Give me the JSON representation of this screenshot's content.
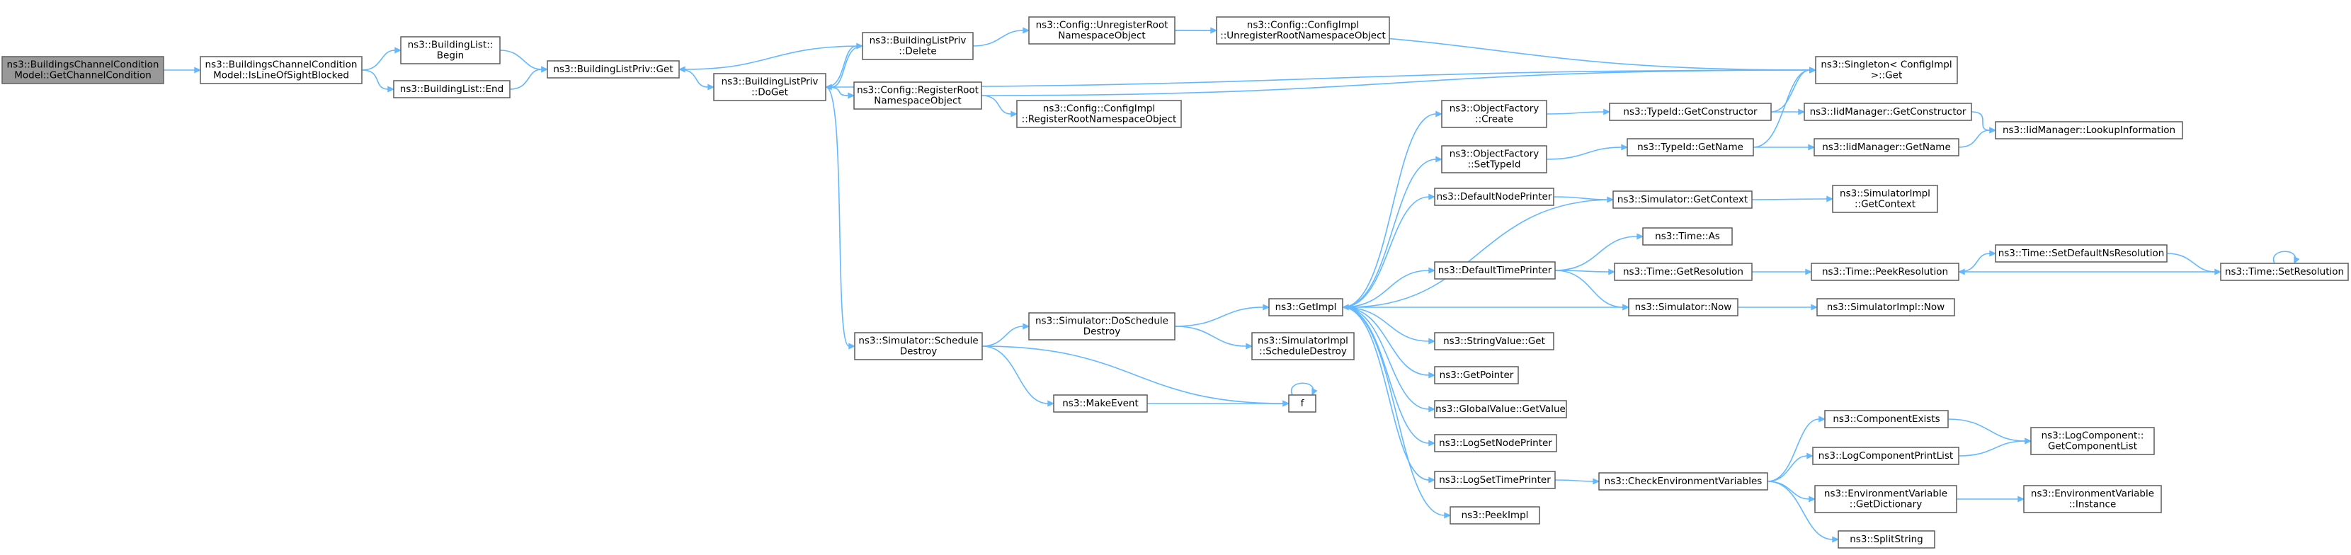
{
  "diagram": {
    "nodes": [
      {
        "id": "root",
        "lines": [
          "ns3::BuildingsChannelCondition",
          "Model::GetChannelCondition"
        ],
        "root": true
      },
      {
        "id": "los",
        "lines": [
          "ns3::BuildingsChannelCondition",
          "Model::IsLineOfSightBlocked"
        ]
      },
      {
        "id": "blbegin",
        "lines": [
          "ns3::BuildingList::",
          "Begin"
        ]
      },
      {
        "id": "blend",
        "lines": [
          "ns3::BuildingList::End"
        ]
      },
      {
        "id": "blpget",
        "lines": [
          "ns3::BuildingListPriv::Get"
        ]
      },
      {
        "id": "blpdoget",
        "lines": [
          "ns3::BuildingListPriv",
          "::DoGet"
        ]
      },
      {
        "id": "blpdelete",
        "lines": [
          "ns3::BuildingListPriv",
          "::Delete"
        ]
      },
      {
        "id": "unregroot",
        "lines": [
          "ns3::Config::UnregisterRoot",
          "NamespaceObject"
        ]
      },
      {
        "id": "implunreg",
        "lines": [
          "ns3::Config::ConfigImpl",
          "::UnregisterRootNamespaceObject"
        ]
      },
      {
        "id": "regroot",
        "lines": [
          "ns3::Config::RegisterRoot",
          "NamespaceObject"
        ]
      },
      {
        "id": "implreg",
        "lines": [
          "ns3::Config::ConfigImpl",
          "::RegisterRootNamespaceObject"
        ]
      },
      {
        "id": "singleton",
        "lines": [
          "ns3::Singleton< ConfigImpl",
          " >::Get"
        ]
      },
      {
        "id": "simsched",
        "lines": [
          "ns3::Simulator::Schedule",
          "Destroy"
        ]
      },
      {
        "id": "simdosched",
        "lines": [
          "ns3::Simulator::DoSchedule",
          "Destroy"
        ]
      },
      {
        "id": "makeevent",
        "lines": [
          "ns3::MakeEvent"
        ]
      },
      {
        "id": "f",
        "lines": [
          "f"
        ]
      },
      {
        "id": "implsched",
        "lines": [
          "ns3::SimulatorImpl",
          "::ScheduleDestroy"
        ]
      },
      {
        "id": "getimpl",
        "lines": [
          "ns3::GetImpl"
        ]
      },
      {
        "id": "ofcreate",
        "lines": [
          "ns3::ObjectFactory",
          "::Create"
        ]
      },
      {
        "id": "ofsettypeid",
        "lines": [
          "ns3::ObjectFactory",
          "::SetTypeId"
        ]
      },
      {
        "id": "defnode",
        "lines": [
          "ns3::DefaultNodePrinter"
        ]
      },
      {
        "id": "deftime",
        "lines": [
          "ns3::DefaultTimePrinter"
        ]
      },
      {
        "id": "stringget",
        "lines": [
          "ns3::StringValue::Get"
        ]
      },
      {
        "id": "getpointer",
        "lines": [
          "ns3::GetPointer"
        ]
      },
      {
        "id": "globalget",
        "lines": [
          "ns3::GlobalValue::GetValue"
        ]
      },
      {
        "id": "logsetnode",
        "lines": [
          "ns3::LogSetNodePrinter"
        ]
      },
      {
        "id": "logsettime",
        "lines": [
          "ns3::LogSetTimePrinter"
        ]
      },
      {
        "id": "peekimpl",
        "lines": [
          "ns3::PeekImpl"
        ]
      },
      {
        "id": "tidgetctor",
        "lines": [
          "ns3::TypeId::GetConstructor"
        ]
      },
      {
        "id": "tidgetname",
        "lines": [
          "ns3::TypeId::GetName"
        ]
      },
      {
        "id": "simgetctx",
        "lines": [
          "ns3::Simulator::GetContext"
        ]
      },
      {
        "id": "timeas",
        "lines": [
          "ns3::Time::As"
        ]
      },
      {
        "id": "timegetres",
        "lines": [
          "ns3::Time::GetResolution"
        ]
      },
      {
        "id": "simnow",
        "lines": [
          "ns3::Simulator::Now"
        ]
      },
      {
        "id": "checkenv",
        "lines": [
          "ns3::CheckEnvironmentVariables"
        ]
      },
      {
        "id": "iidgetctor",
        "lines": [
          "ns3::IidManager::GetConstructor"
        ]
      },
      {
        "id": "iidgetname",
        "lines": [
          "ns3::IidManager::GetName"
        ]
      },
      {
        "id": "iidlookup",
        "lines": [
          "ns3::IidManager::LookupInformation"
        ]
      },
      {
        "id": "implgetctx",
        "lines": [
          "ns3::SimulatorImpl",
          "::GetContext"
        ]
      },
      {
        "id": "timepeek",
        "lines": [
          "ns3::Time::PeekResolution"
        ]
      },
      {
        "id": "implnow",
        "lines": [
          "ns3::SimulatorImpl::Now"
        ]
      },
      {
        "id": "compexists",
        "lines": [
          "ns3::ComponentExists"
        ]
      },
      {
        "id": "logcomplist",
        "lines": [
          "ns3::LogComponentPrintList"
        ]
      },
      {
        "id": "envgetdict",
        "lines": [
          "ns3::EnvironmentVariable",
          "::GetDictionary"
        ]
      },
      {
        "id": "splitstring",
        "lines": [
          "ns3::SplitString"
        ]
      },
      {
        "id": "setdefres",
        "lines": [
          "ns3::Time::SetDefaultNsResolution"
        ]
      },
      {
        "id": "setres",
        "lines": [
          "ns3::Time::SetResolution"
        ]
      },
      {
        "id": "getcomplist",
        "lines": [
          "ns3::LogComponent::",
          "GetComponentList"
        ]
      },
      {
        "id": "envinstance",
        "lines": [
          "ns3::EnvironmentVariable",
          "::Instance"
        ]
      }
    ],
    "edges": [
      [
        "root",
        "los"
      ],
      [
        "los",
        "blbegin"
      ],
      [
        "los",
        "blend"
      ],
      [
        "blbegin",
        "blpget"
      ],
      [
        "blend",
        "blpget"
      ],
      [
        "blpget",
        "blpdoget"
      ],
      [
        "blpdelete",
        "blpget"
      ],
      [
        "blpdoget",
        "blpdelete"
      ],
      [
        "blpdelete",
        "blpdoget"
      ],
      [
        "blpdelete",
        "unregroot"
      ],
      [
        "unregroot",
        "implunreg"
      ],
      [
        "unregroot",
        "singleton"
      ],
      [
        "blpdoget",
        "regroot"
      ],
      [
        "regroot",
        "implreg"
      ],
      [
        "regroot",
        "singleton"
      ],
      [
        "blpdoget",
        "singleton"
      ],
      [
        "blpdoget",
        "simsched"
      ],
      [
        "simsched",
        "simdosched"
      ],
      [
        "simsched",
        "makeevent"
      ],
      [
        "simsched",
        "f"
      ],
      [
        "makeevent",
        "f"
      ],
      [
        "f",
        "f"
      ],
      [
        "simdosched",
        "getimpl"
      ],
      [
        "simdosched",
        "implsched"
      ],
      [
        "getimpl",
        "ofcreate"
      ],
      [
        "getimpl",
        "ofsettypeid"
      ],
      [
        "getimpl",
        "defnode"
      ],
      [
        "getimpl",
        "deftime"
      ],
      [
        "getimpl",
        "stringget"
      ],
      [
        "getimpl",
        "getpointer"
      ],
      [
        "getimpl",
        "globalget"
      ],
      [
        "getimpl",
        "logsetnode"
      ],
      [
        "getimpl",
        "logsettime"
      ],
      [
        "getimpl",
        "peekimpl"
      ],
      [
        "getimpl",
        "simnow"
      ],
      [
        "simgetctx",
        "getimpl"
      ],
      [
        "ofcreate",
        "tidgetctor"
      ],
      [
        "ofsettypeid",
        "tidgetname"
      ],
      [
        "tidgetctor",
        "iidgetctor"
      ],
      [
        "tidgetctor",
        "singleton"
      ],
      [
        "tidgetname",
        "iidgetname"
      ],
      [
        "tidgetname",
        "singleton"
      ],
      [
        "iidgetctor",
        "iidlookup"
      ],
      [
        "iidgetname",
        "iidlookup"
      ],
      [
        "defnode",
        "simgetctx"
      ],
      [
        "simgetctx",
        "implgetctx"
      ],
      [
        "deftime",
        "timeas"
      ],
      [
        "deftime",
        "timegetres"
      ],
      [
        "deftime",
        "simnow"
      ],
      [
        "timegetres",
        "timepeek"
      ],
      [
        "simnow",
        "implnow"
      ],
      [
        "timepeek",
        "setdefres"
      ],
      [
        "setdefres",
        "setres"
      ],
      [
        "setres",
        "timepeek"
      ],
      [
        "setres",
        "setres"
      ],
      [
        "logsettime",
        "checkenv"
      ],
      [
        "checkenv",
        "compexists"
      ],
      [
        "checkenv",
        "logcomplist"
      ],
      [
        "checkenv",
        "envgetdict"
      ],
      [
        "checkenv",
        "splitstring"
      ],
      [
        "compexists",
        "getcomplist"
      ],
      [
        "logcomplist",
        "getcomplist"
      ],
      [
        "envgetdict",
        "envinstance"
      ]
    ]
  }
}
